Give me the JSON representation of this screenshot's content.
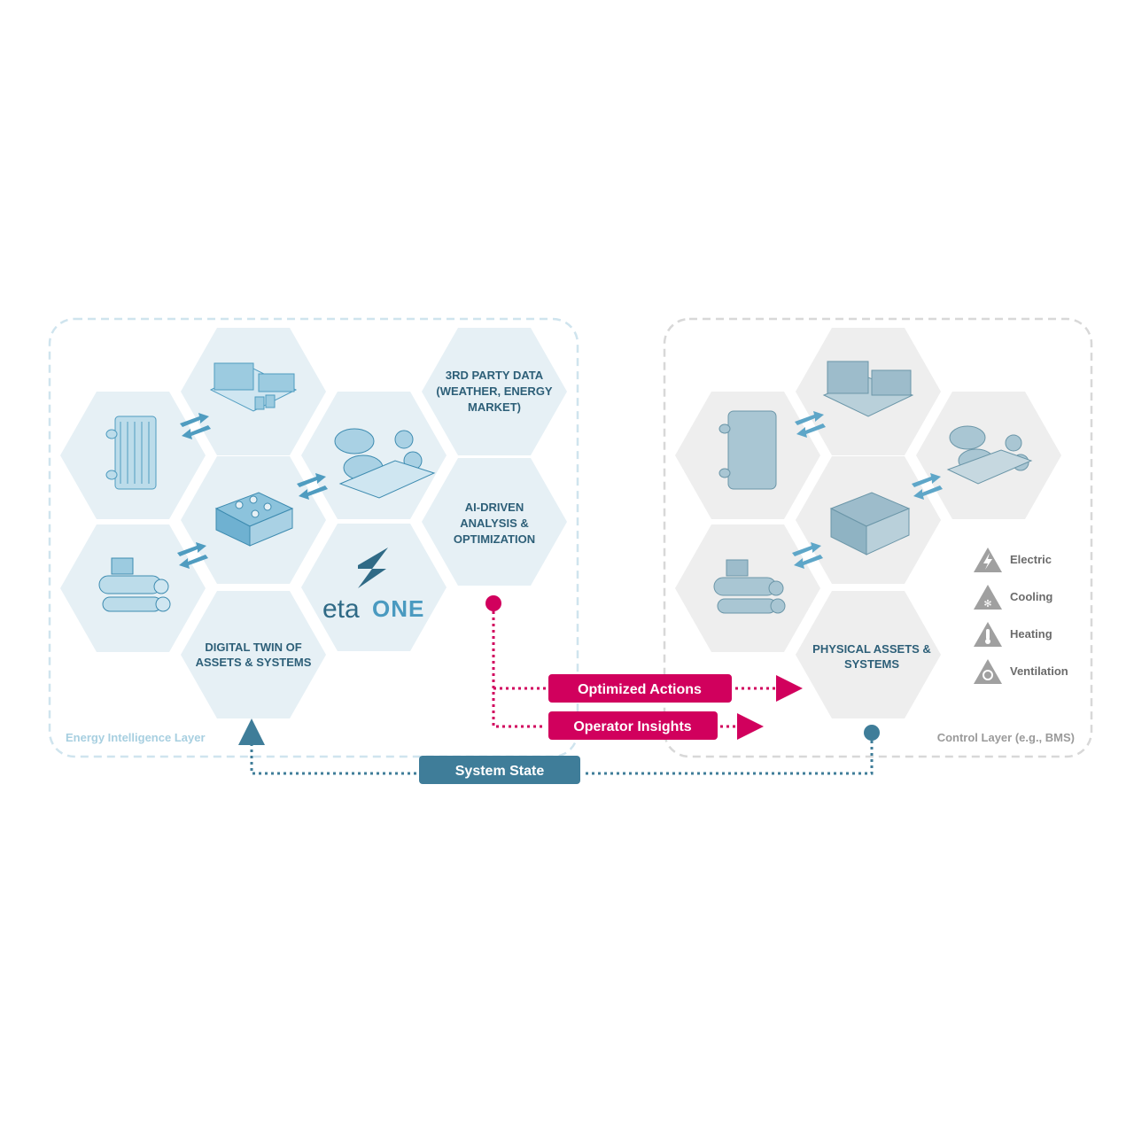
{
  "left_layer": {
    "label": "Energy Intelligence Layer",
    "third_party": [
      "3RD PARTY DATA",
      "(WEATHER, ENERGY",
      "MARKET)"
    ],
    "ai": [
      "AI-DRIVEN",
      "ANALYSIS &",
      "OPTIMIZATION"
    ],
    "digital_twin": [
      "DIGITAL TWIN OF",
      "ASSETS & SYSTEMS"
    ],
    "logo": {
      "eta": "eta",
      "one": "ONE"
    }
  },
  "right_layer": {
    "label": "Control Layer (e.g., BMS)",
    "physical": [
      "PHYSICAL ASSETS &",
      "SYSTEMS"
    ]
  },
  "flows": {
    "optimized_actions": "Optimized Actions",
    "operator_insights": "Operator Insights",
    "system_state": "System State"
  },
  "legend": [
    {
      "label": "Electric",
      "icon": "lightning-icon"
    },
    {
      "label": "Cooling",
      "icon": "snowflake-icon"
    },
    {
      "label": "Heating",
      "icon": "thermometer-icon"
    },
    {
      "label": "Ventilation",
      "icon": "fan-icon"
    }
  ],
  "colors": {
    "accent_magenta": "#d1005d",
    "teal_dark": "#3f7d99",
    "hex_blue": "#e8f2f7",
    "hex_gray": "#f2f2f2",
    "border_blue": "#cfe4ee",
    "border_gray": "#d8d8d8"
  }
}
